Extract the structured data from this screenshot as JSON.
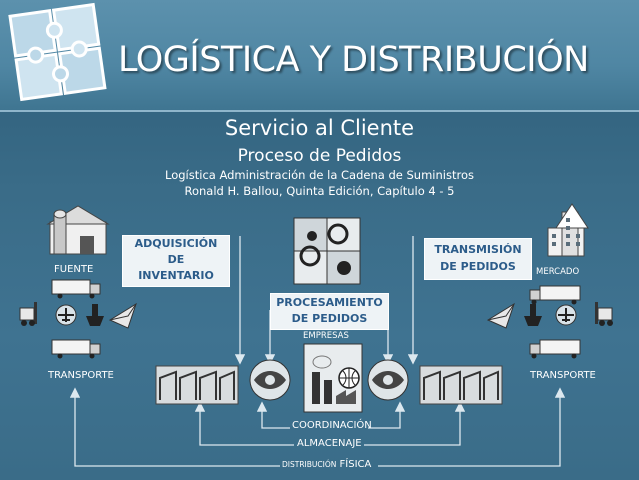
{
  "title": "LOGÍSTICA Y DISTRIBUCIÓN",
  "subtitle": {
    "line1": "Servicio al Cliente",
    "line2": "Proceso de Pedidos",
    "line3": "Logística Administración de la Cadena de Suministros",
    "line4": "Ronald H. Ballou, Quinta Edición, Capítulo 4 - 5"
  },
  "boxes": {
    "adquisicion": [
      "ADQUISICIÓN",
      "DE",
      "INVENTARIO"
    ],
    "procesamiento": [
      "PROCESAMIENTO",
      "DE PEDIDOS"
    ],
    "transmision": [
      "TRANSMISIÓN",
      "DE PEDIDOS"
    ]
  },
  "labels": {
    "fuente": "FUENTE",
    "mercado": "MERCADO",
    "transporte_left": "TRANSPORTE",
    "transporte_right": "TRANSPORTE",
    "empresas": "EMPRESAS",
    "coordinacion": "COORDINACIÓN",
    "almacenaje": "ALMACENAJE",
    "distribucion_small": "DISTRIBUCIÓN",
    "distribucion_big": "FÍSICA"
  },
  "colors": {
    "background": "#3a6c88",
    "header": "#5189a6",
    "box_fill": "#eef3f6",
    "box_text": "#2c5c8a",
    "line": "#dce8ef"
  },
  "icons": [
    "puzzle-icon",
    "barn-icon",
    "skyscraper-icon",
    "truck-icon",
    "forklift-icon",
    "airplane-icon",
    "ship-icon",
    "mail-icon",
    "warehouse-icon",
    "handshake-icon",
    "gears-icon",
    "factory-icon",
    "globe-icon"
  ]
}
